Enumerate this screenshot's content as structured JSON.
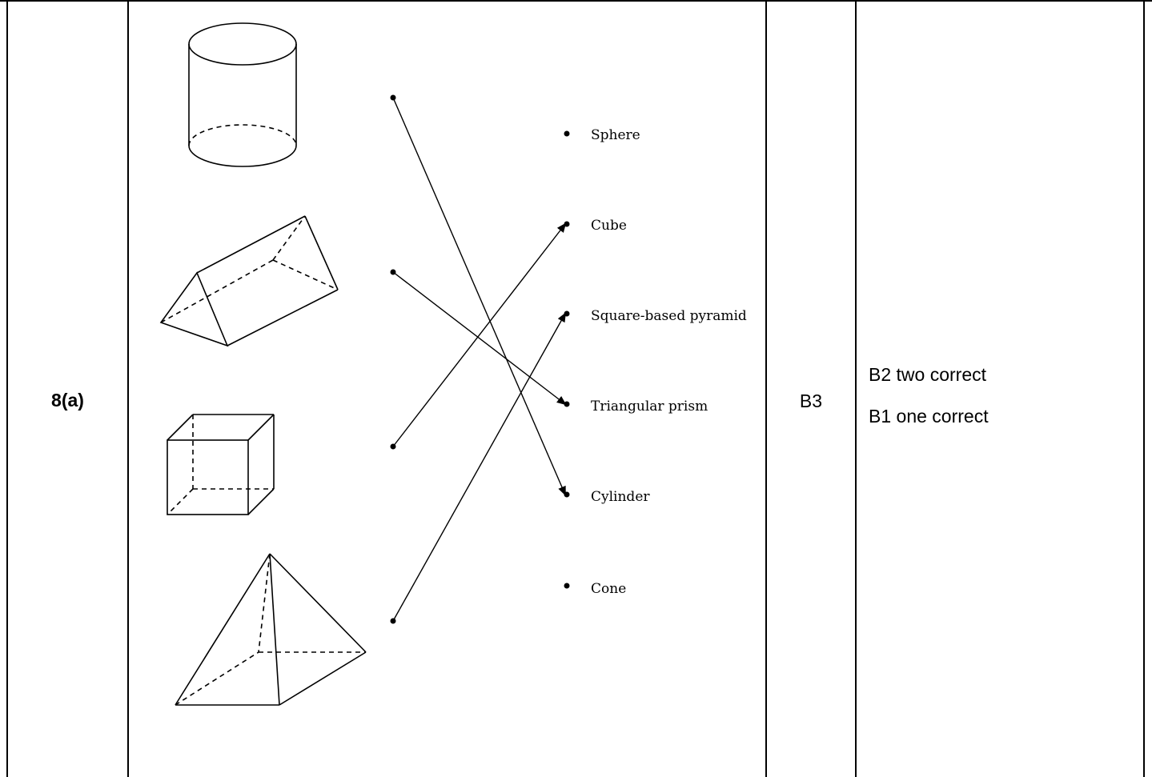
{
  "question": {
    "number": "8(a)"
  },
  "answer": {
    "diagram": {
      "shapes": [
        "cylinder-icon",
        "triangular-prism-icon",
        "cube-icon",
        "square-pyramid-icon"
      ],
      "options": [
        "Sphere",
        "Cube",
        "Square-based pyramid",
        "Triangular prism",
        "Cylinder",
        "Cone"
      ],
      "matches": [
        {
          "shape": "cylinder-icon",
          "option": "Cylinder"
        },
        {
          "shape": "triangular-prism-icon",
          "option": "Triangular prism"
        },
        {
          "shape": "cube-icon",
          "option": "Cube"
        },
        {
          "shape": "square-pyramid-icon",
          "option": "Square-based pyramid"
        }
      ]
    }
  },
  "marks": {
    "value": "B3"
  },
  "guidance": {
    "lines": [
      "B2 two correct",
      "B1 one correct"
    ]
  }
}
